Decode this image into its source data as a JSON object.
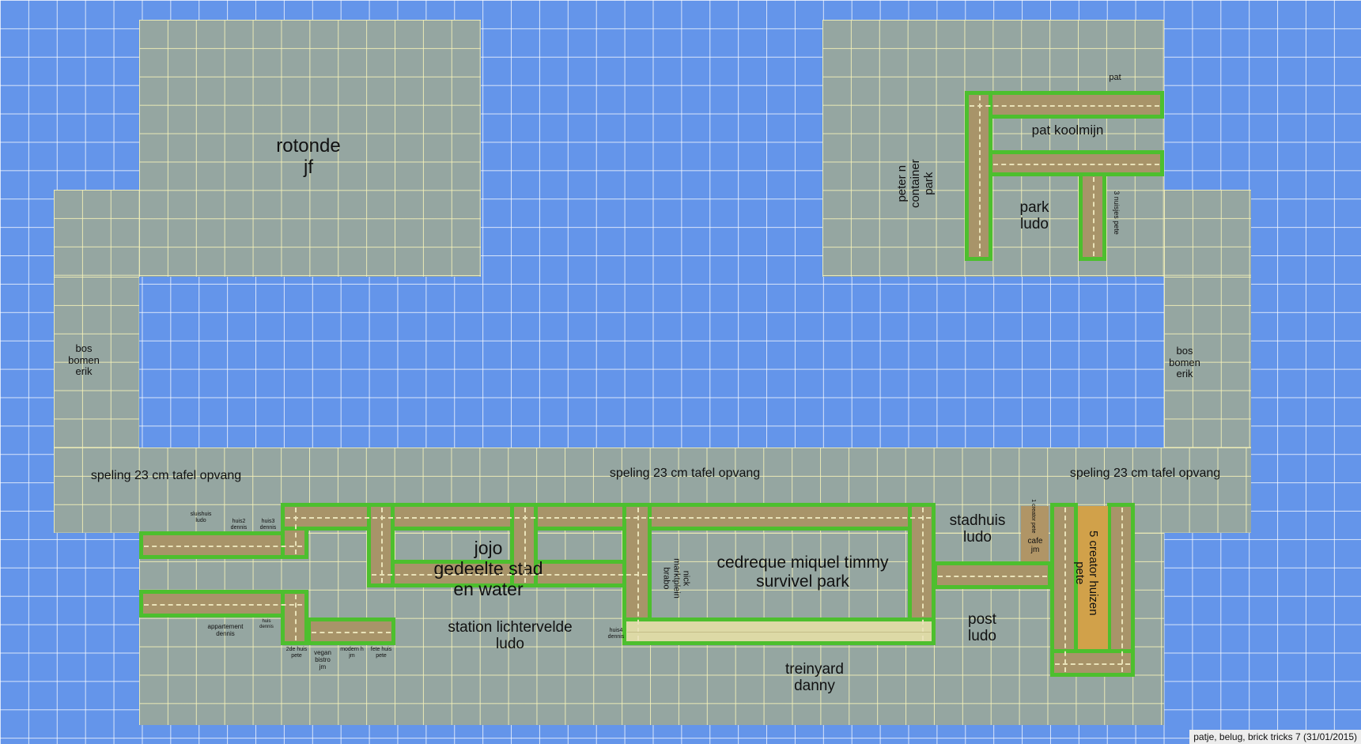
{
  "zones": {
    "rotonde": [
      "rotonde",
      "jf"
    ],
    "bos_left": [
      "bos",
      "bomen",
      "erik"
    ],
    "bos_right": [
      "bos",
      "bomen",
      "erik"
    ],
    "speling": [
      "speling 23 cm tafel opvang",
      "speling 23 cm tafel opvang",
      "speling 23 cm tafel opvang"
    ]
  },
  "labels": {
    "pat": "pat",
    "pat_koolmijn": "pat koolmijn",
    "peter_container": [
      "peter n",
      "container",
      "park"
    ],
    "park_ludo": [
      "park",
      "ludo"
    ],
    "nuisjes": "3 nuisjes pete",
    "jojo": [
      "jojo",
      "gedeelte stad",
      "en water"
    ],
    "station": [
      "station lichtervelde",
      "ludo"
    ],
    "cedreque": [
      "cedreque miquel timmy",
      "survivel park"
    ],
    "treinyard": [
      "treinyard",
      "danny"
    ],
    "stadhuis": [
      "stadhuis",
      "ludo"
    ],
    "post": [
      "post",
      "ludo"
    ],
    "creator": [
      "5 creator huizen",
      "pete"
    ],
    "cafe": [
      "cafe",
      "jm"
    ],
    "small_pete": "1 creator pete",
    "nick": [
      "nick",
      "marktplein",
      "brabo"
    ],
    "sluishuis": [
      "sluishuis",
      "ludo"
    ],
    "huis2": [
      "huis2",
      "dennis"
    ],
    "huis3": [
      "huis3",
      "dennis"
    ],
    "appartement": [
      "appartement",
      "dennis"
    ],
    "klein_dennis": [
      "huis",
      "dennis"
    ],
    "tweede_huis": [
      "2de huis",
      "pete"
    ],
    "vegan": [
      "vegan",
      "bistro",
      "jm"
    ],
    "modern": [
      "modern h",
      "jm"
    ],
    "fete": [
      "fete huis",
      "pete"
    ],
    "huis4": [
      "huis4",
      "dennis"
    ]
  },
  "footer": "patje, belug, brick tricks 7 (31/01/2015)"
}
